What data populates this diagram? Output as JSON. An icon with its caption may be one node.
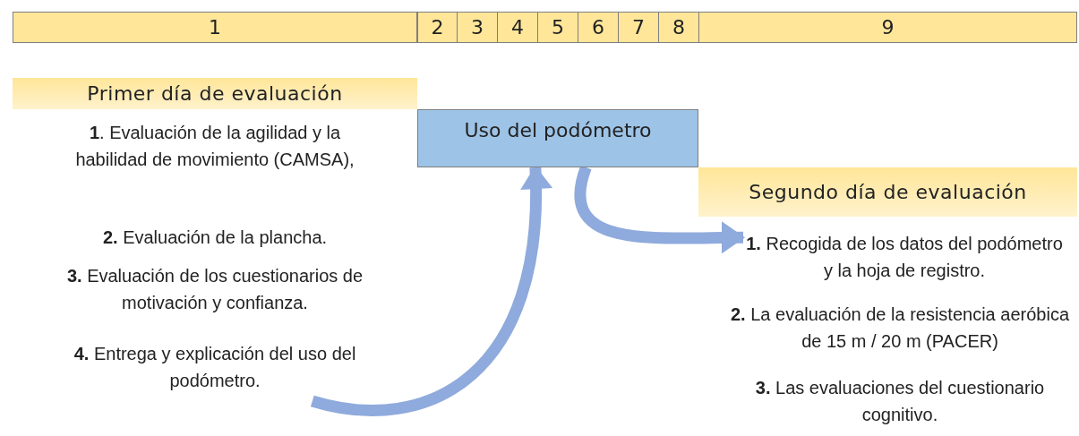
{
  "diagram": {
    "nodes": [
      {
        "text": [
          "1"
        ]
      },
      {
        "text": [
          "2"
        ]
      },
      {
        "text": [
          "3"
        ]
      },
      {
        "text": [
          "4"
        ]
      },
      {
        "text": [
          "5"
        ]
      },
      {
        "text": [
          "6"
        ]
      },
      {
        "text": [
          "7"
        ]
      },
      {
        "text": [
          "8"
        ]
      },
      {
        "text": [
          "9"
        ]
      },
      {
        "text": [
          "Primer día de evaluación"
        ]
      },
      {
        "text": [
          "**4.** Entrega y explicación del uso del podómetro."
        ]
      },
      {
        "text": [
          "Uso del podómetro"
        ]
      },
      {
        "text": [
          "Segundo día de evaluación"
        ]
      },
      {
        "text": [
          "**1.** Recogida de los datos del podómetro y la hoja de registro."
        ]
      }
    ],
    "edges": [
      {
        "from": 10,
        "to": 11,
        "arrow": "to"
      },
      {
        "from": 11,
        "to": 13,
        "arrow": "to"
      }
    ],
    "labels": [
      "**1**. Evaluación de la agilidad y la habilidad de movimiento (CAMSA),",
      "**2.** Evaluación de la plancha.",
      "**3.** Evaluación de los cuestionarios de motivación y confianza.",
      "**2.** La evaluación de la resistencia aeróbica de 15 m / 20 m (PACER)",
      "**3.** Las evaluaciones del cuestionario cognitivo."
    ]
  }
}
